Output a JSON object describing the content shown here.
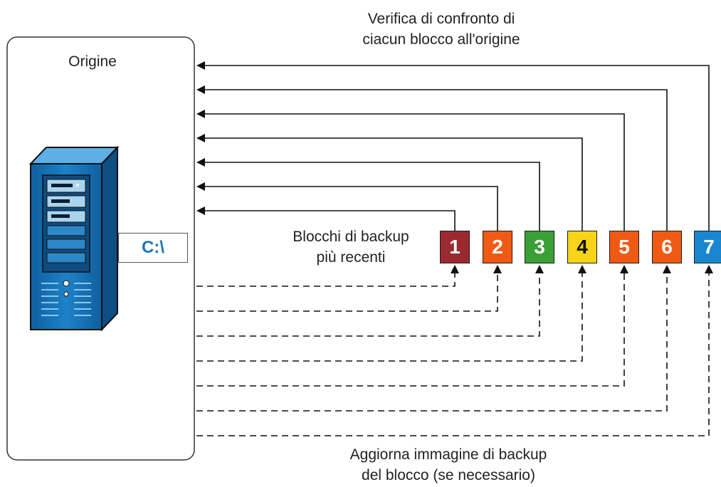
{
  "origin": {
    "label": "Origine",
    "drive_label": "C:\\"
  },
  "verify_caption": [
    "Verifica di confronto di",
    "ciacun blocco all'origine"
  ],
  "recent_caption": [
    "Blocchi di backup",
    "più recenti"
  ],
  "update_caption": [
    "Aggiorna immagine di backup",
    "del blocco (se necessario)"
  ],
  "server_icon": "server-tower-icon",
  "blocks": [
    {
      "label": "1",
      "color": "#9b2a30"
    },
    {
      "label": "2",
      "color": "#f05a14"
    },
    {
      "label": "3",
      "color": "#3aa035"
    },
    {
      "label": "4",
      "color": "#f7d417"
    },
    {
      "label": "5",
      "color": "#f05a14"
    },
    {
      "label": "6",
      "color": "#f05a14"
    },
    {
      "label": "7",
      "color": "#1a86d0"
    }
  ]
}
